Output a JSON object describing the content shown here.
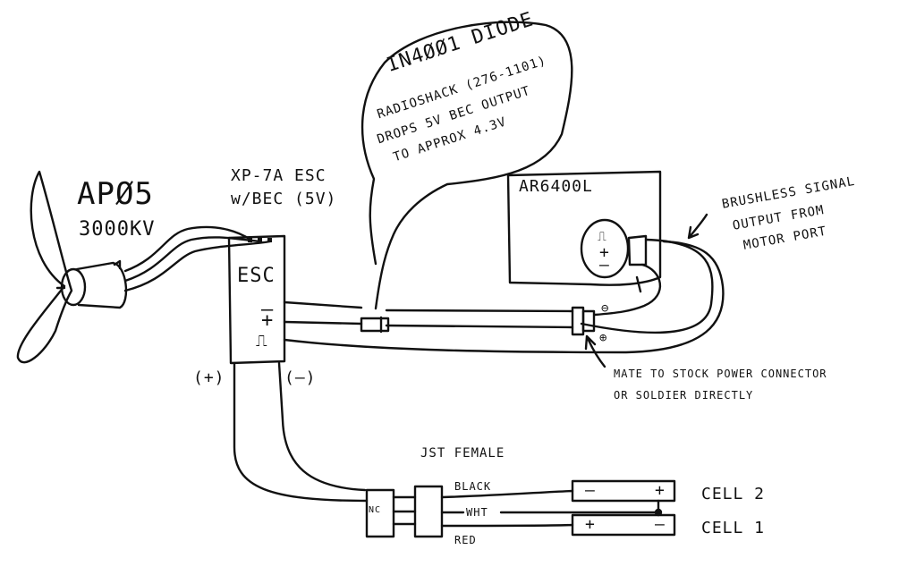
{
  "motor": {
    "model": "APØ5",
    "kv": "3000KV"
  },
  "esc": {
    "title_line1": "XP-7A ESC",
    "title_line2": "w/BEC (5V)",
    "body_label": "ESC",
    "minus_pin": "–",
    "plus_pin": "+",
    "signal_pin": "⎍",
    "lead_positive": "(+)",
    "lead_negative": "(–)"
  },
  "diode_callout": {
    "line1": "IN4ØØ1 DIODE",
    "line2": "RADIOSHACK (276-1101)",
    "line3": "DROPS 5V BEC OUTPUT",
    "line4": "TO APPROX 4.3V"
  },
  "receiver": {
    "model": "AR6400L",
    "signal_symbol": "⎍",
    "plus": "+",
    "minus": "–"
  },
  "brushless_note": {
    "line1": "BRUSHLESS SIGNAL",
    "line2": "OUTPUT FROM",
    "line3": "MOTOR PORT"
  },
  "connector_note": {
    "line1": "MATE TO STOCK POWER CONNECTOR",
    "line2": "OR SOLDIER DIRECTLY",
    "minus_mark": "⊖",
    "plus_mark": "⊕"
  },
  "jst": {
    "title": "JST FEMALE",
    "nc_label": "NC",
    "wire_black": "BLACK",
    "wire_white": "WHT",
    "wire_red": "RED"
  },
  "cells": {
    "cell2": "CELL 2",
    "cell1": "CELL 1",
    "cell2_minus": "–",
    "cell2_plus": "+",
    "cell1_plus": "+",
    "cell1_minus": "–"
  },
  "colors": {
    "ink": "#111111",
    "paper": "#ffffff"
  }
}
